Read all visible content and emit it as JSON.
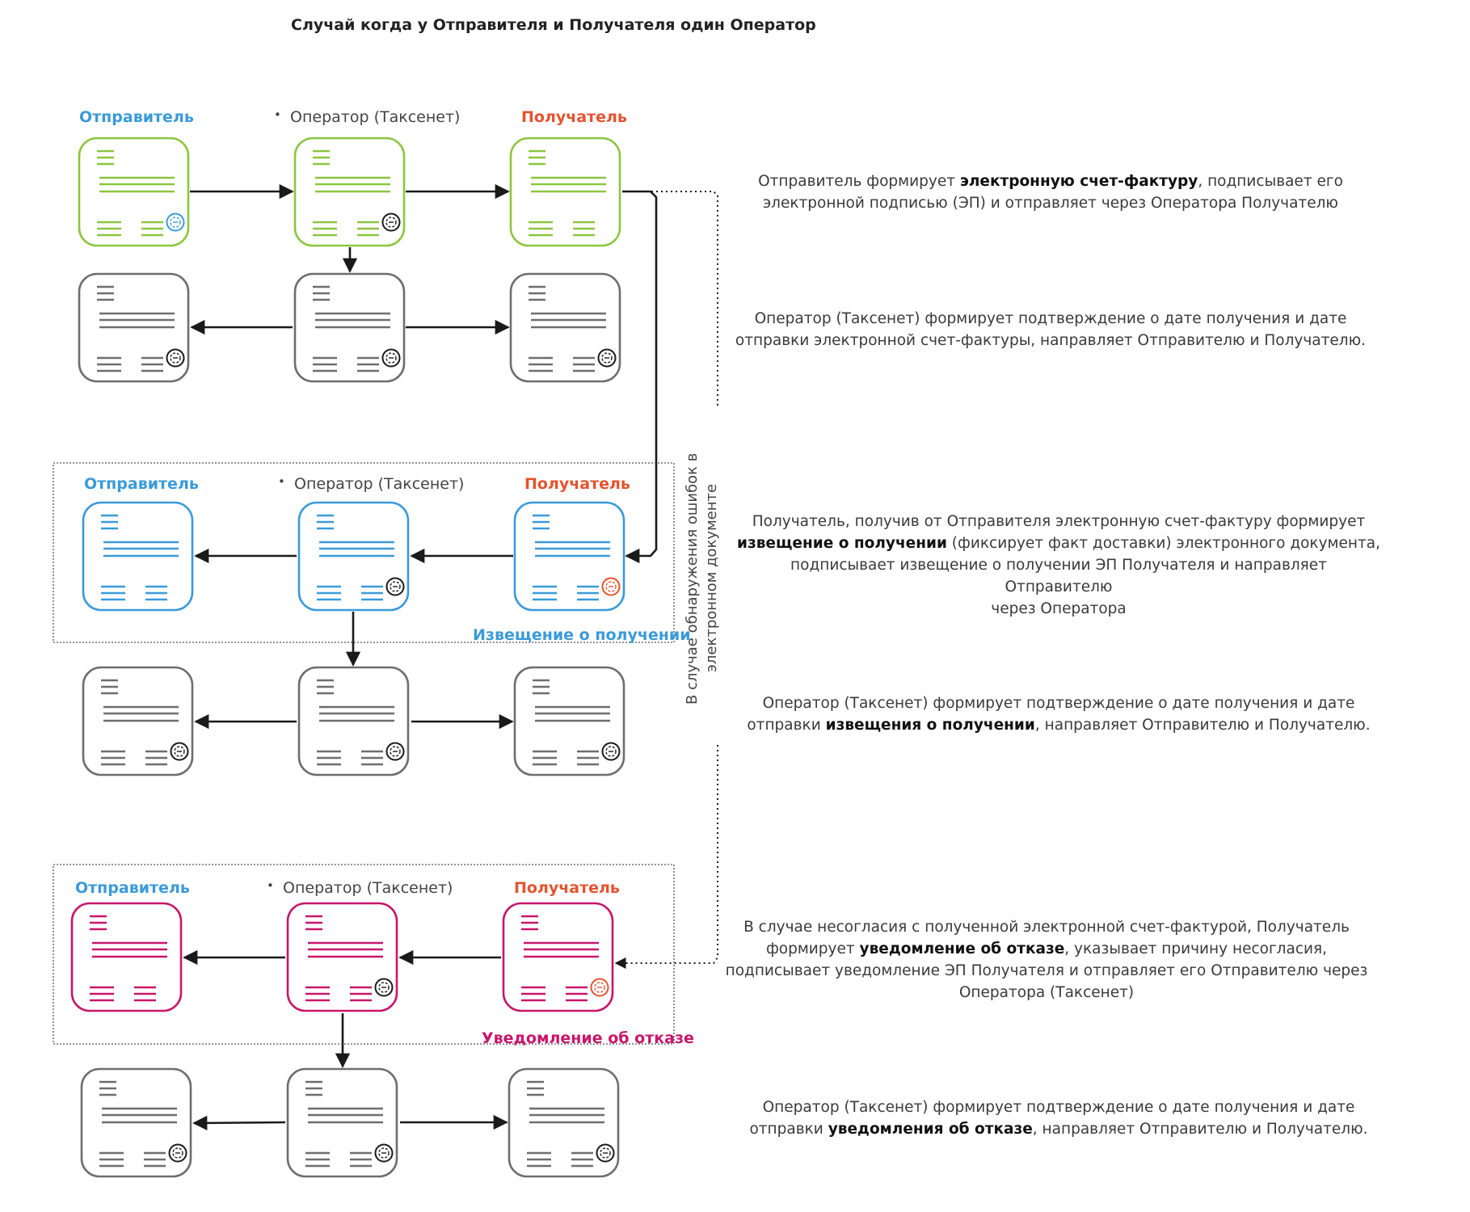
{
  "title": "Случай когда у Отправителя и Получателя один Оператор",
  "roles": {
    "sender": "Отправитель",
    "operator": "Оператор (Таксенет)",
    "receiver": "Получатель"
  },
  "group_labels": {
    "receipt_notice": "Извещение о получении",
    "rejection_notice": "Уведомление об отказе"
  },
  "vertical_note": [
    "В случае обнаружения ошибок в",
    "электронном документе"
  ],
  "descriptions": {
    "d1": {
      "l1_a": "Отправитель формирует ",
      "l1_b": "электронную счет-фактуру",
      "l1_c": ", подписывает его",
      "l2": "электронной подписью (ЭП) и отправляет через Оператора Получателю"
    },
    "d2": {
      "l1": "Оператор (Таксенет) формирует подтверждение о дате получения и дате",
      "l2": "отправки электронной счет-фактуры, направляет Отправителю и Получателю."
    },
    "d3": {
      "l1": "Получатель, получив от Отправителя электронную счет-фактуру формирует",
      "l2_a": "извещение о получении",
      "l2_b": " (фиксирует факт доставки)  электронного документа,",
      "l3": "подписывает извещение о получении ЭП Получателя и направляет Отправителю",
      "l4": "через Оператора"
    },
    "d4": {
      "l1": "Оператор (Таксенет) формирует подтверждение о дате получения и дате",
      "l2_a": "отправки ",
      "l2_b": "извещения о получении",
      "l2_c": ", направляет Отправителю и Получателю."
    },
    "d5": {
      "l1": "В случае несогласия с полученной электронной счет-фактурой, Получатель",
      "l2_a": "формирует ",
      "l2_b": "уведомление об отказе",
      "l2_c": ", указывает причину несогласия,",
      "l3": "подписывает уведомление ЭП Получателя и отправляет его Отправителю через",
      "l4": "Оператора (Таксенет)"
    },
    "d6": {
      "l1": "Оператор (Таксенет) формирует подтверждение о дате получения и дате",
      "l2_a": "отправки ",
      "l2_b": "уведомления об отказе",
      "l2_c": ", направляет Отправителю и Получателю."
    }
  },
  "colors": {
    "green": "#8cc63f",
    "gray": "#6e6e6e",
    "blue": "#3a9ad9",
    "magenta": "#c8166b",
    "red": "#e4532f",
    "black": "#1a1a1a"
  }
}
